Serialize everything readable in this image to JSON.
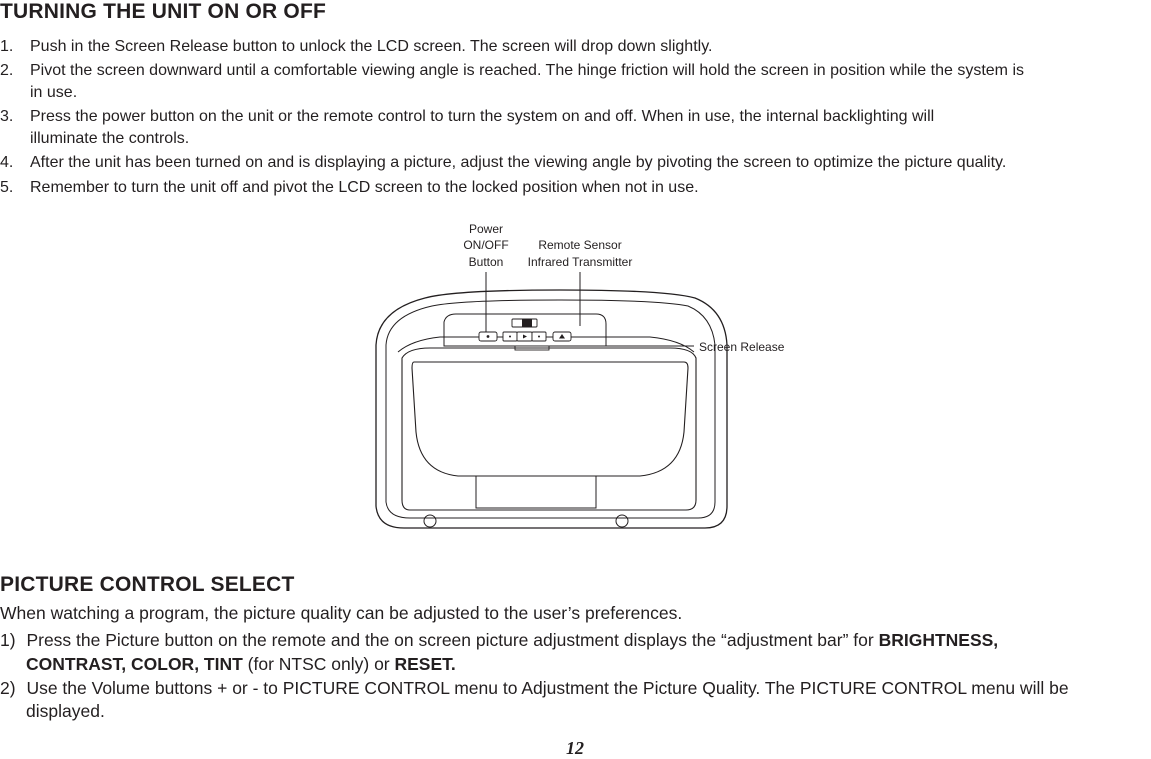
{
  "section1": {
    "title": "TURNING THE UNIT ON OR OFF",
    "steps": [
      {
        "num": "1.",
        "lines": [
          "Push in the Screen Release button to unlock the LCD screen. The screen will drop down slightly."
        ]
      },
      {
        "num": "2.",
        "lines": [
          "Pivot the screen downward until a comfortable viewing angle is reached. The hinge friction will hold the screen in position while the system is",
          "in use."
        ]
      },
      {
        "num": "3.",
        "lines": [
          "Press the power button on the unit or the remote control to turn the system on and off. When in use, the internal backlighting will",
          "illuminate the controls."
        ]
      },
      {
        "num": "4.",
        "lines": [
          "After the unit has been turned on and is displaying a picture, adjust the viewing angle by pivoting the screen to optimize the picture quality."
        ]
      },
      {
        "num": "5.",
        "lines": [
          "Remember to turn the unit off and pivot the LCD screen to the locked position when not in use."
        ]
      }
    ]
  },
  "diagram": {
    "label_power_1": "Power",
    "label_power_2": "ON/OFF",
    "label_power_3": "Button",
    "label_remote_1": "Remote Sensor",
    "label_remote_2": "Infrared Transmitter",
    "label_release": "Screen Release"
  },
  "section2": {
    "title": "PICTURE CONTROL SELECT",
    "intro": "When watching a program, the picture quality can be adjusted to the user’s preferences.",
    "item1_num": "1)",
    "item1_line1_a": "Press the Picture button on the remote and the on screen picture adjustment displays the “adjustment bar” for ",
    "item1_line1_b": "BRIGHTNESS,",
    "item1_line2_a": "CONTRAST, COLOR, TINT",
    "item1_line2_b": " (for NTSC only) or ",
    "item1_line2_c": "RESET.",
    "item2_num": "2)",
    "item2_line1": "Use the Volume buttons + or - to PICTURE CONTROL menu to Adjustment the Picture Quality. The PICTURE CONTROL menu will be",
    "item2_line2": "displayed."
  },
  "page_number": "12"
}
